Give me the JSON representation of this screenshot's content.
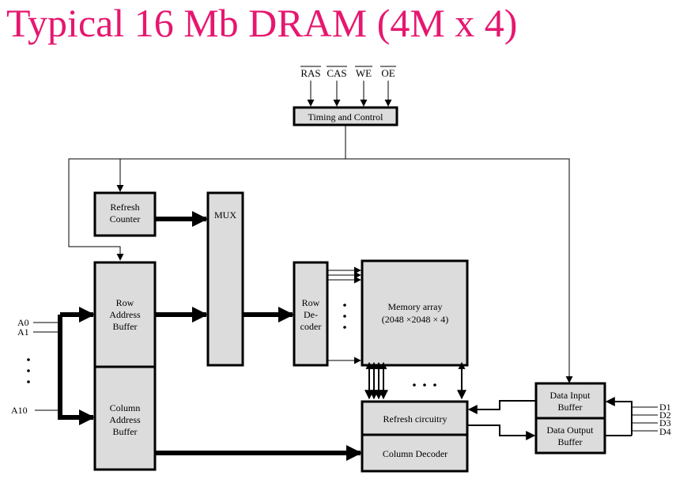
{
  "title": "Typical 16 Mb DRAM (4M x 4)",
  "controls": {
    "ras": "RAS",
    "cas": "CAS",
    "we": "WE",
    "oe": "OE"
  },
  "blocks": {
    "timing_control": "Timing and Control",
    "refresh_counter": [
      "Refresh",
      "Counter"
    ],
    "mux": "MUX",
    "row_address_buffer": [
      "Row",
      "Address",
      "Buffer"
    ],
    "column_address_buffer": [
      "Column",
      "Address",
      "Buffer"
    ],
    "row_decoder": [
      "Row",
      "De-",
      "coder"
    ],
    "memory_array": [
      "Memory array",
      "(2048 ×2048 × 4)"
    ],
    "refresh_circuitry": "Refresh circuitry",
    "column_decoder": "Column Decoder",
    "data_input_buffer": [
      "Data Input",
      "Buffer"
    ],
    "data_output_buffer": [
      "Data Output",
      "Buffer"
    ]
  },
  "address_pins": {
    "a0": "A0",
    "a1": "A1",
    "a10": "A10"
  },
  "data_pins": [
    "D1",
    "D2",
    "D3",
    "D4"
  ]
}
